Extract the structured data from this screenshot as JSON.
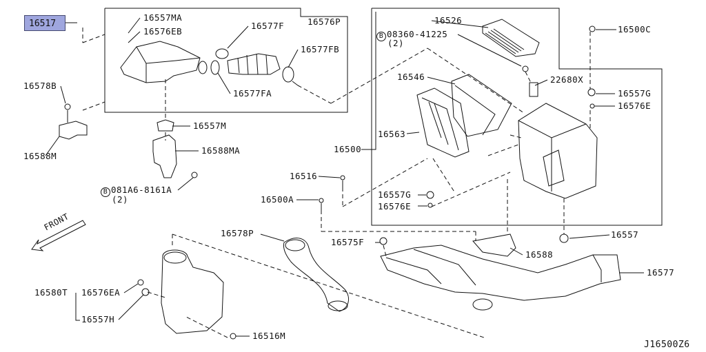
{
  "diagram_id": "J16500Z6",
  "highlighted_part": "16517",
  "direction_label": "FRONT",
  "labels": {
    "p16557MA": "16557MA",
    "p16576EB": "16576EB",
    "p16576P": "16576P",
    "p16577F": "16577F",
    "p16577FB": "16577FB",
    "p16577FA": "16577FA",
    "p16578B": "16578B",
    "p16588M": "16588M",
    "p16557M": "16557M",
    "p16588MA": "16588MA",
    "bolt081": "081A6-8161A",
    "bolt081qty": "(2)",
    "p16526": "16526",
    "bolt083": "08360-41225",
    "bolt083qty": "(2)",
    "p16500C": "16500C",
    "p16546": "16546",
    "p22680X": "22680X",
    "p16557G_r": "16557G",
    "p16576E_r": "16576E",
    "p16563": "16563",
    "p16500": "16500",
    "p16516": "16516",
    "p16557G": "16557G",
    "p16500A": "16500A",
    "p16576E": "16576E",
    "p16578P": "16578P",
    "p16575F": "16575F",
    "p16557": "16557",
    "p16588": "16588",
    "p16577": "16577",
    "p16580T": "16580T",
    "p16576EA": "16576EA",
    "p16557H": "16557H",
    "p16516M": "16516M",
    "bolt_symbol": "B"
  }
}
